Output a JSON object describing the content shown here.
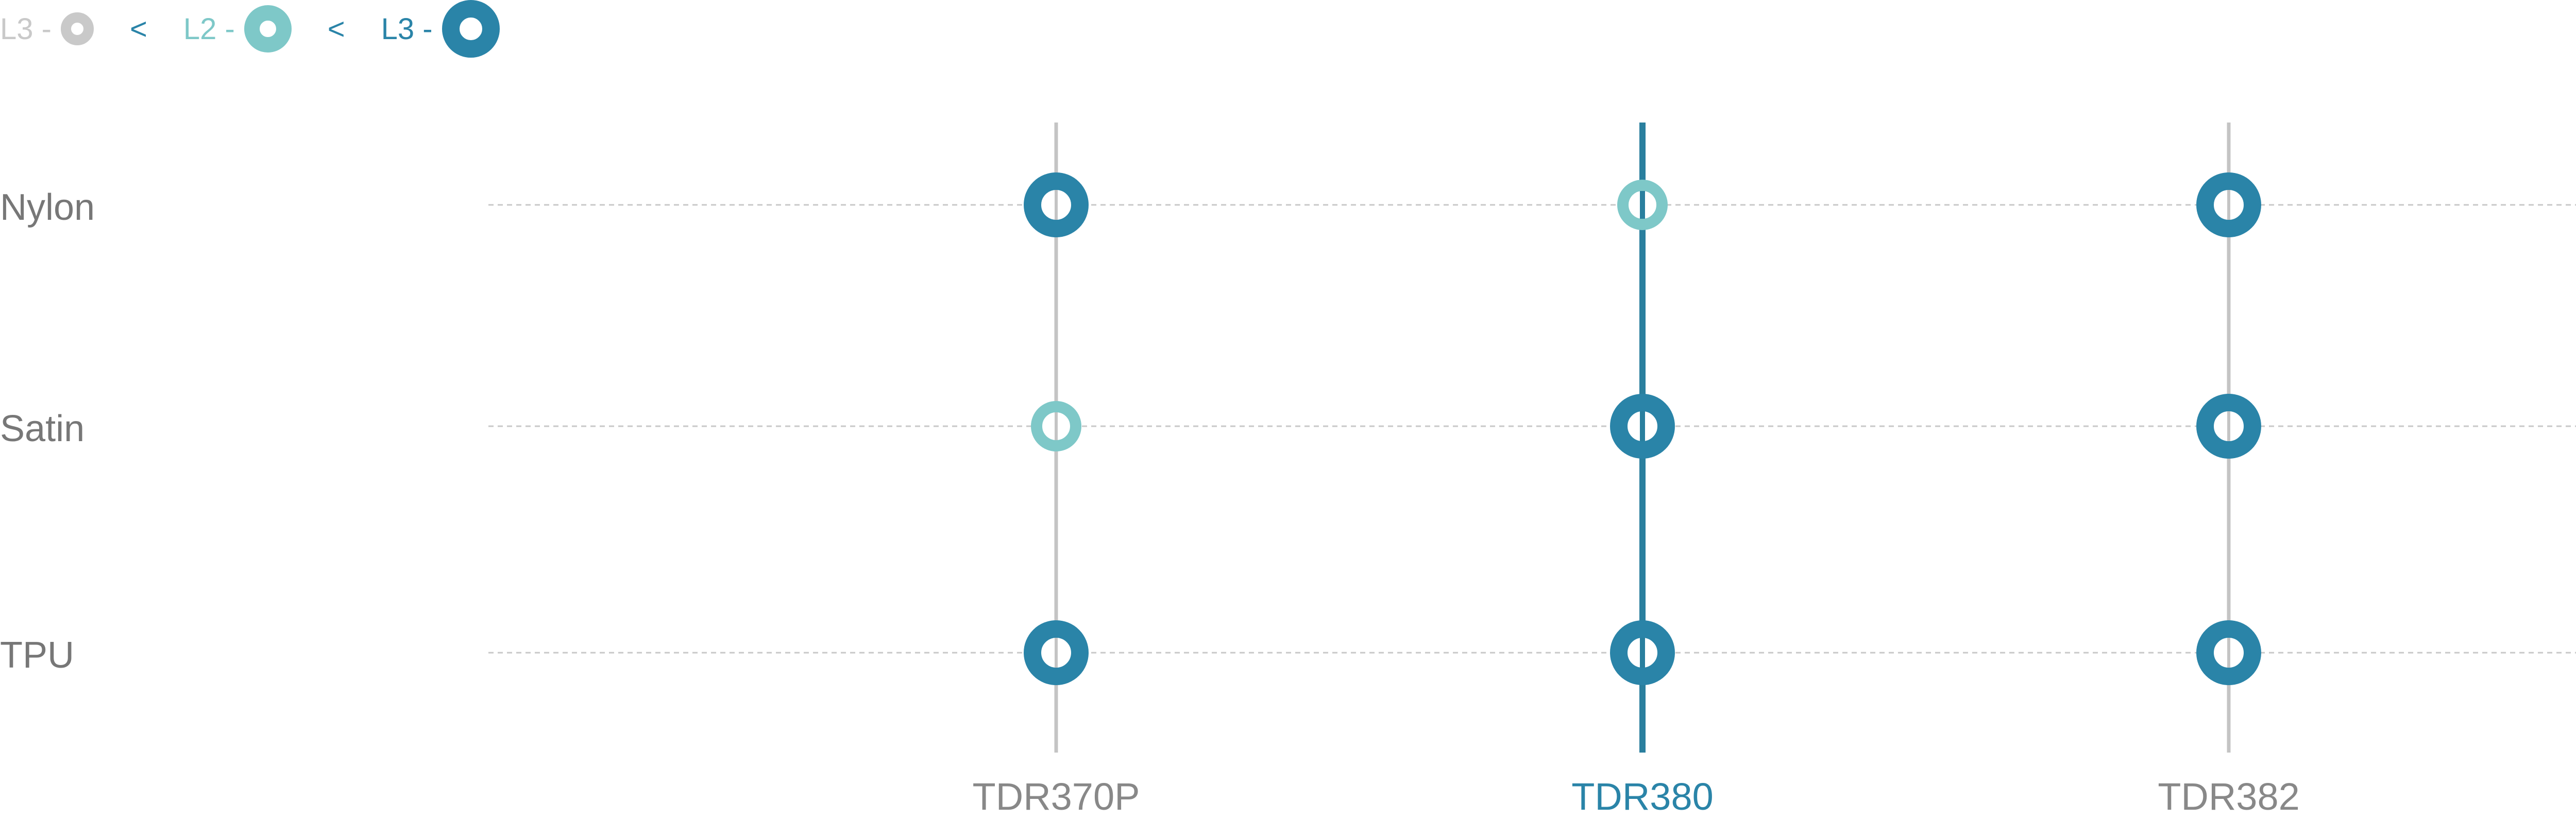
{
  "legend": {
    "items": [
      {
        "label": "L3 -",
        "color": "#c9c9c9"
      },
      {
        "label": "L2 -",
        "color": "#7ec8c8"
      },
      {
        "label": "L3 -",
        "color": "#2a84a8"
      }
    ],
    "separator": "<",
    "separator_color": "#2a84a8"
  },
  "chart_data": {
    "type": "scatter",
    "rows": [
      "Nylon",
      "Satin",
      "TPU"
    ],
    "columns": [
      "TDR370P",
      "TDR380",
      "TDR382"
    ],
    "highlighted_column": "TDR380",
    "levels": {
      "TDR370P": [
        "L3",
        "L2",
        "L3"
      ],
      "TDR380": [
        "L2",
        "L3",
        "L3"
      ],
      "TDR382": [
        "L3",
        "L3",
        "L3"
      ]
    },
    "level_colors": {
      "L2": "#7ec8c8",
      "L3": "#2a84a8"
    },
    "grid": true,
    "legend_position": "top-left"
  },
  "colors": {
    "row_label": "#777777",
    "column_label": "#888888",
    "column_label_highlight": "#2a84a8",
    "column_line": "#c4c4c4",
    "column_line_highlight": "#2a7f9e",
    "grid_line": "#c8c8c8"
  }
}
